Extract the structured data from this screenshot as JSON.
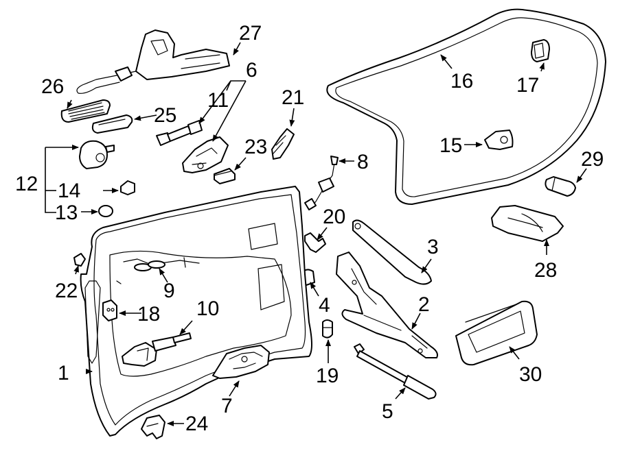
{
  "callouts": [
    {
      "id": "p1",
      "label": "1"
    },
    {
      "id": "p2",
      "label": "2"
    },
    {
      "id": "p3",
      "label": "3"
    },
    {
      "id": "p4",
      "label": "4"
    },
    {
      "id": "p5",
      "label": "5"
    },
    {
      "id": "p6",
      "label": "6"
    },
    {
      "id": "p7",
      "label": "7"
    },
    {
      "id": "p8",
      "label": "8"
    },
    {
      "id": "p9",
      "label": "9"
    },
    {
      "id": "p10",
      "label": "10"
    },
    {
      "id": "p11",
      "label": "11"
    },
    {
      "id": "p12",
      "label": "12"
    },
    {
      "id": "p13",
      "label": "13"
    },
    {
      "id": "p14",
      "label": "14"
    },
    {
      "id": "p15",
      "label": "15"
    },
    {
      "id": "p16",
      "label": "16"
    },
    {
      "id": "p17",
      "label": "17"
    },
    {
      "id": "p18",
      "label": "18"
    },
    {
      "id": "p19",
      "label": "19"
    },
    {
      "id": "p20",
      "label": "20"
    },
    {
      "id": "p21",
      "label": "21"
    },
    {
      "id": "p22",
      "label": "22"
    },
    {
      "id": "p23",
      "label": "23"
    },
    {
      "id": "p24",
      "label": "24"
    },
    {
      "id": "p25",
      "label": "25"
    },
    {
      "id": "p26",
      "label": "26"
    },
    {
      "id": "p27",
      "label": "27"
    },
    {
      "id": "p28",
      "label": "28"
    },
    {
      "id": "p29",
      "label": "29"
    },
    {
      "id": "p30",
      "label": "30"
    }
  ]
}
